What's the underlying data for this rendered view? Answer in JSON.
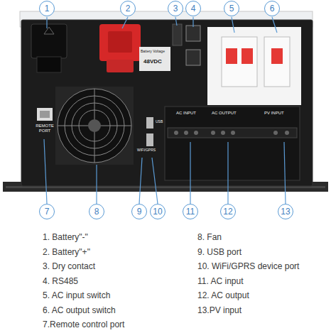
{
  "diagram": {
    "nodes": [
      {
        "text": [
          "1"
        ]
      },
      {
        "text": [
          "2"
        ]
      },
      {
        "text": [
          "3"
        ]
      },
      {
        "text": [
          "4"
        ]
      },
      {
        "text": [
          "5"
        ]
      },
      {
        "text": [
          "6"
        ]
      },
      {
        "text": [
          "7"
        ]
      },
      {
        "text": [
          "8"
        ]
      },
      {
        "text": [
          "9"
        ]
      },
      {
        "text": [
          "10"
        ]
      },
      {
        "text": [
          "11"
        ]
      },
      {
        "text": [
          "12"
        ]
      },
      {
        "text": [
          "13"
        ]
      }
    ],
    "labels": [
      "1. Battery\"-\"",
      "2. Battery\"+\"",
      "3. Dry contact",
      "4. RS485",
      "5. AC input switch",
      "6. AC output switch",
      "7.Remote control port",
      "8. Fan",
      "9. USB port",
      "10. WiFi/GPRS device port",
      "11. AC input",
      "12. AC output",
      "13.PV input",
      "Battery Voltage",
      "48VDC",
      "REMOTE PORT",
      "USB",
      "WIFI/GPRS",
      "AC INPUT",
      "AC OUTPUT",
      "PV INPUT"
    ]
  }
}
